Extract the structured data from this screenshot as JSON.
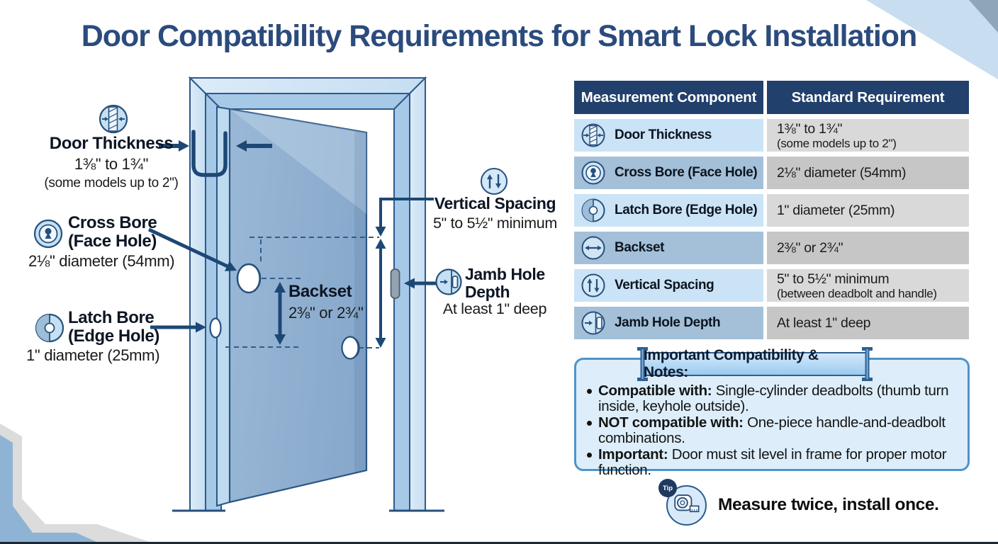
{
  "title": "Door Compatibility Requirements for Smart Lock Installation",
  "colors": {
    "title_navy": "#2b4b7c",
    "arrow_navy": "#1d4875",
    "table_header_bg": "#21406b",
    "row_blue_light": "#cbe3f6",
    "row_blue_dark": "#a3c0d8",
    "row_gray_light": "#d9d9d9",
    "row_gray_dark": "#c6c6c6",
    "door_face": "#8fb2d4",
    "frame_light": "#d2e6f7",
    "frame_mid": "#a6c9e8",
    "notes_bg": "#ddeefa",
    "notes_border": "#4f93c9",
    "ribbon_bg": "#9bcaee"
  },
  "diagram": {
    "door_thickness": {
      "label": "Door Thickness",
      "value": "1⅜\" to 1¾\"",
      "note": "(some models up to 2\")"
    },
    "cross_bore": {
      "label_line1": "Cross Bore",
      "label_line2": "(Face Hole)",
      "value": "2⅛\" diameter (54mm)"
    },
    "latch_bore": {
      "label_line1": "Latch Bore",
      "label_line2": "(Edge Hole)",
      "value": "1\" diameter (25mm)"
    },
    "backset": {
      "label": "Backset",
      "value": "2⅜\" or 2¾\""
    },
    "vertical_spacing": {
      "label": "Vertical Spacing",
      "value": "5\" to 5½\" minimum"
    },
    "jamb_hole_depth": {
      "label_line1": "Jamb Hole",
      "label_line2": "Depth",
      "value": "At least 1\" deep"
    }
  },
  "table": {
    "headers": [
      "Measurement Component",
      "Standard Requirement"
    ],
    "rows": [
      {
        "icon": "door-thickness-icon",
        "component": "Door Thickness",
        "requirement": "1⅜\" to 1¾\"",
        "requirement_note": "(some models up to 2\")"
      },
      {
        "icon": "cross-bore-icon",
        "component": "Cross Bore (Face Hole)",
        "requirement": "2⅛\" diameter (54mm)",
        "requirement_note": ""
      },
      {
        "icon": "latch-bore-icon",
        "component": "Latch Bore (Edge Hole)",
        "requirement": "1\" diameter (25mm)",
        "requirement_note": ""
      },
      {
        "icon": "backset-icon",
        "component": "Backset",
        "requirement": "2⅜\" or 2¾\"",
        "requirement_note": ""
      },
      {
        "icon": "vertical-spacing-icon",
        "component": "Vertical Spacing",
        "requirement": "5\" to 5½\" minimum",
        "requirement_note": "(between deadbolt and handle)"
      },
      {
        "icon": "jamb-hole-depth-icon",
        "component": "Jamb Hole Depth",
        "requirement": "At least 1\" deep",
        "requirement_note": ""
      }
    ]
  },
  "notes": {
    "title": "Important Compatibility & Notes:",
    "bullets": [
      {
        "lead": "Compatible with:",
        "text": " Single-cylinder deadbolts (thumb turn inside, keyhole outside)."
      },
      {
        "lead": "NOT compatible with:",
        "text": " One-piece handle-and-deadbolt combinations."
      },
      {
        "lead": "Important:",
        "text": " Door must sit level in frame for proper motor function."
      }
    ]
  },
  "tip": {
    "badge": "Tip",
    "text": "Measure twice, install once."
  }
}
